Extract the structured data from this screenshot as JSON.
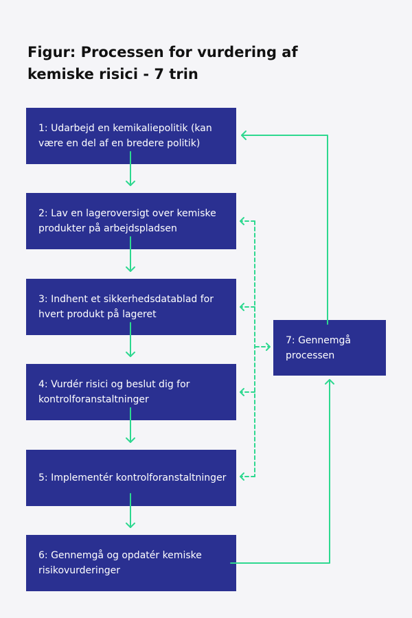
{
  "title": "Figur: Processen for vurdering af kemiske risici - 7 trin",
  "steps": [
    {
      "label": "1: Udarbejd en kemikaliepolitik (kan være en del af en bredere politik)"
    },
    {
      "label": "2: Lav en lageroversigt over kemiske produkter på arbejdspladsen"
    },
    {
      "label": "3: Indhent et sikkerhedsdatablad for hvert produkt på lageret"
    },
    {
      "label": "4: Vurdér risici og beslut dig for kontrolforanstaltninger"
    },
    {
      "label": "5: Implementér kontrolforanstaltninger"
    },
    {
      "label": "6: Gennemgå og opdatér kemiske risikovurderinger"
    },
    {
      "label": "7: Gennemgå processen"
    }
  ],
  "colors": {
    "background": "#f5f5f8",
    "box": "#2a3091",
    "box_text": "#ffffff",
    "arrow": "#2dd88f",
    "title": "#111111"
  }
}
